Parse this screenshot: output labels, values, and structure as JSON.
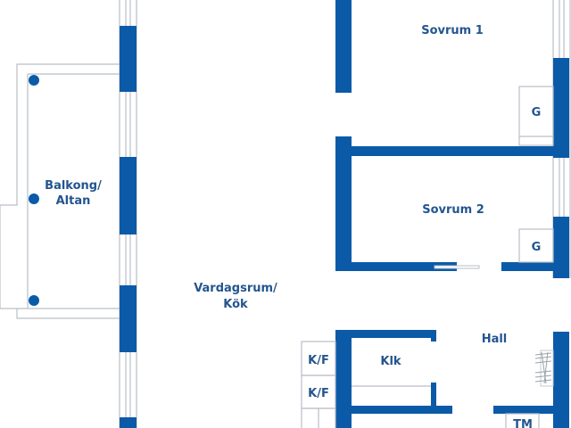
{
  "colors": {
    "wall": "#0b5aa8",
    "label": "#23558f",
    "line": "#b9bfc6"
  },
  "rooms": {
    "balcony": {
      "line1": "Balkong/",
      "line2": "Altan"
    },
    "living": {
      "line1": "Vardagsrum/",
      "line2": "Kök"
    },
    "bedroom1": "Sovrum 1",
    "bedroom2": "Sovrum 2",
    "closet": "Klk",
    "hall": "Hall"
  },
  "fixtures": {
    "wardrobe1": "G",
    "wardrobe2": "G",
    "fridge_freezer1": "K/F",
    "fridge_freezer2": "K/F",
    "washer": "TM"
  }
}
